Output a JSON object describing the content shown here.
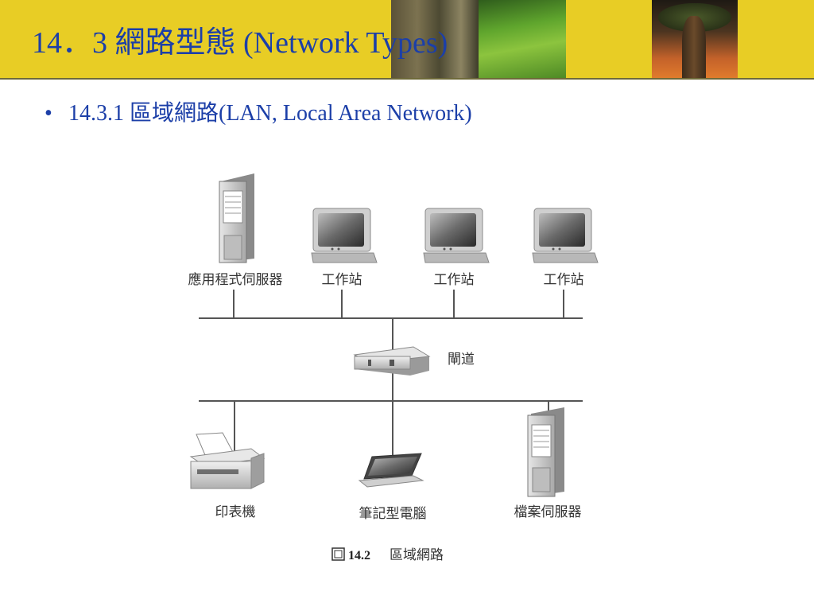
{
  "slide": {
    "title": "14．3  網路型態 (Network Types)",
    "bullet": "•",
    "bullet_text": "14.3.1  區域網路(LAN, Local Area Network)"
  },
  "diagram": {
    "nodes": {
      "app_server": "應用程式伺服器",
      "workstation_1": "工作站",
      "workstation_2": "工作站",
      "workstation_3": "工作站",
      "gateway": "閘道",
      "printer": "印表機",
      "laptop": "筆記型電腦",
      "file_server": "檔案伺服器"
    },
    "figure_number": "14.2",
    "figure_caption": "區域網路"
  },
  "colors": {
    "header_bg": "#e8cd25",
    "title_text": "#1c3fa8",
    "line": "#555555"
  }
}
